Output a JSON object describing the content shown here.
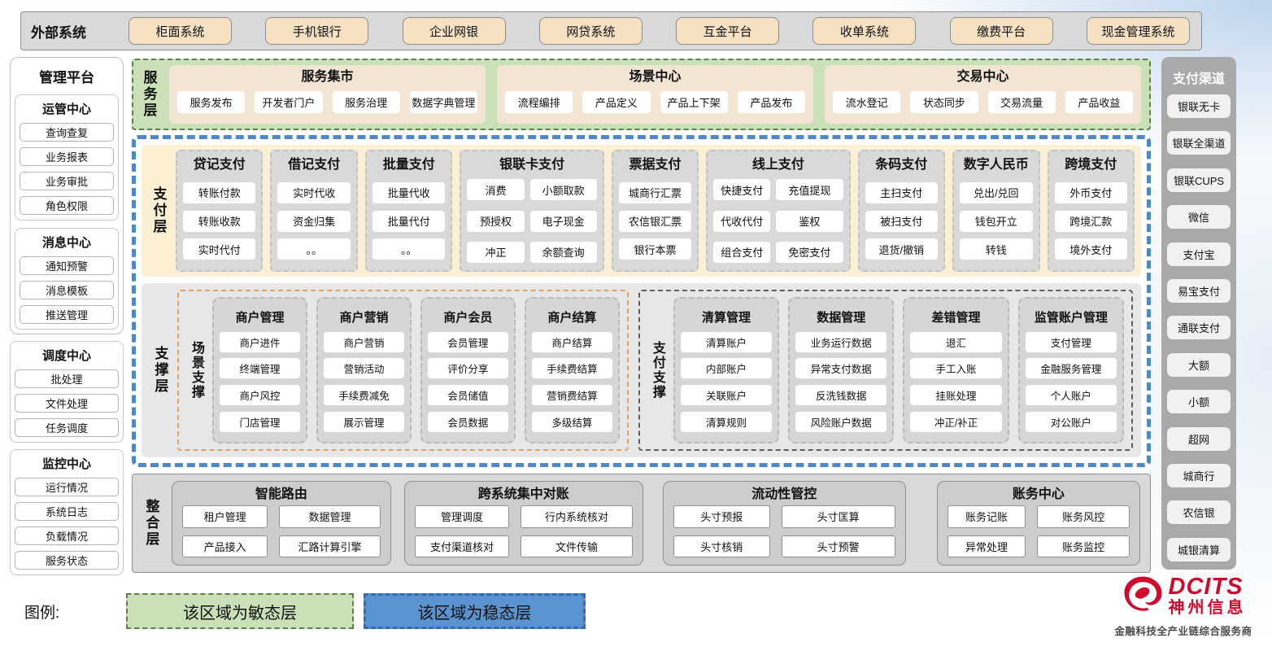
{
  "external_systems": {
    "label": "外部系统",
    "items": [
      "柜面系统",
      "手机银行",
      "企业网银",
      "网贷系统",
      "互金平台",
      "收单系统",
      "缴费平台",
      "现金管理系统"
    ]
  },
  "management_platform": {
    "title": "管理平台",
    "groups": [
      {
        "title": "运管中心",
        "items": [
          "查询查复",
          "业务报表",
          "业务审批",
          "角色权限"
        ]
      },
      {
        "title": "消息中心",
        "items": [
          "通知预警",
          "消息模板",
          "推送管理"
        ]
      },
      {
        "title": "调度中心",
        "items": [
          "批处理",
          "文件处理",
          "任务调度"
        ]
      },
      {
        "title": "监控中心",
        "items": [
          "运行情况",
          "系统日志",
          "负载情况",
          "服务状态"
        ]
      }
    ]
  },
  "service_layer": {
    "label": "服务层",
    "groups": [
      {
        "title": "服务集市",
        "items": [
          "服务发布",
          "开发者门户",
          "服务治理",
          "数据字典管理"
        ]
      },
      {
        "title": "场景中心",
        "items": [
          "流程编排",
          "产品定义",
          "产品上下架",
          "产品发布"
        ]
      },
      {
        "title": "交易中心",
        "items": [
          "流水登记",
          "状态同步",
          "交易流量",
          "产品收益"
        ]
      }
    ]
  },
  "payment_layer": {
    "label": "支付层",
    "columns": [
      {
        "title": "贷记支付",
        "cols": 1,
        "items": [
          "转账付款",
          "转账收款",
          "实时代付"
        ]
      },
      {
        "title": "借记支付",
        "cols": 1,
        "items": [
          "实时代收",
          "资金归集",
          "。。"
        ]
      },
      {
        "title": "批量支付",
        "cols": 1,
        "items": [
          "批量代收",
          "批量代付",
          "。。"
        ]
      },
      {
        "title": "银联卡支付",
        "cols": 2,
        "items": [
          "消费",
          "小额取款",
          "预授权",
          "电子现金",
          "冲正",
          "余额查询"
        ]
      },
      {
        "title": "票据支付",
        "cols": 1,
        "items": [
          "城商行汇票",
          "农信银汇票",
          "银行本票"
        ]
      },
      {
        "title": "线上支付",
        "cols": 2,
        "items": [
          "快捷支付",
          "充值提现",
          "代收代付",
          "鉴权",
          "组合支付",
          "免密支付"
        ]
      },
      {
        "title": "条码支付",
        "cols": 1,
        "items": [
          "主扫支付",
          "被扫支付",
          "退货/撤销"
        ]
      },
      {
        "title": "数字人民币",
        "cols": 1,
        "items": [
          "兑出/兑回",
          "钱包开立",
          "转钱"
        ]
      },
      {
        "title": "跨境支付",
        "cols": 1,
        "items": [
          "外币支付",
          "跨境汇款",
          "境外支付"
        ]
      }
    ]
  },
  "support_layer": {
    "label": "支撑层",
    "groups": [
      {
        "label": "场景支撑",
        "columns": [
          {
            "title": "商户管理",
            "items": [
              "商户进件",
              "终端管理",
              "商户风控",
              "门店管理"
            ]
          },
          {
            "title": "商户营销",
            "items": [
              "商户营销",
              "营销活动",
              "手续费减免",
              "展示管理"
            ]
          },
          {
            "title": "商户会员",
            "items": [
              "会员管理",
              "评价分享",
              "会员储值",
              "会员数据"
            ]
          },
          {
            "title": "商户结算",
            "items": [
              "商户结算",
              "手续费结算",
              "营销费结算",
              "多级结算"
            ]
          }
        ]
      },
      {
        "label": "支付支撑",
        "columns": [
          {
            "title": "清算管理",
            "items": [
              "清算账户",
              "内部账户",
              "关联账户",
              "清算规则"
            ]
          },
          {
            "title": "数据管理",
            "items": [
              "业务运行数据",
              "异常支付数据",
              "反洗钱数据",
              "风险账户数据"
            ]
          },
          {
            "title": "差错管理",
            "items": [
              "退汇",
              "手工入账",
              "挂账处理",
              "冲正/补正"
            ]
          },
          {
            "title": "监管账户管理",
            "items": [
              "支付管理",
              "金融服务管理",
              "个人账户",
              "对公账户"
            ]
          }
        ]
      }
    ]
  },
  "integration_layer": {
    "label": "整合层",
    "groups": [
      {
        "title": "智能路由",
        "items": [
          "租户管理",
          "数据管理",
          "产品接入",
          "汇路计算引擎"
        ]
      },
      {
        "title": "跨系统集中对账",
        "items": [
          "管理调度",
          "行内系统核对",
          "支付渠道核对",
          "文件传输"
        ]
      },
      {
        "title": "流动性管控",
        "items": [
          "头寸预报",
          "头寸匡算",
          "头寸核销",
          "头寸预警"
        ]
      },
      {
        "title": "账务中心",
        "items": [
          "账务记账",
          "账务风控",
          "异常处理",
          "账务监控"
        ]
      }
    ]
  },
  "payment_channels": {
    "title": "支付渠道",
    "items": [
      "银联无卡",
      "银联全渠道",
      "银联CUPS",
      "微信",
      "支付宝",
      "易宝支付",
      "通联支付",
      "大额",
      "小额",
      "超网",
      "城商行",
      "农信银",
      "城银清算"
    ]
  },
  "legend": {
    "label": "图例:",
    "agile": "该区域为敏态层",
    "stable": "该区域为稳态层"
  },
  "logo": {
    "brand": "DCITS",
    "name": "神州信息",
    "tagline": "金融科技全产业链综合服务商"
  },
  "colors": {
    "agile_green": "#c9e0b8",
    "agile_green_border": "#5c8049",
    "stable_blue_border": "#4f88c7",
    "stable_blue_fill": "#5b93d0",
    "payment_cream": "#fbf0d3",
    "external_beige": "#f6e1c3",
    "panel_gray": "#d9d9d9",
    "channel_gray": "#a9a9a9",
    "scene_support_border": "#dfa35f",
    "brand_red": "#cf0a2c"
  }
}
